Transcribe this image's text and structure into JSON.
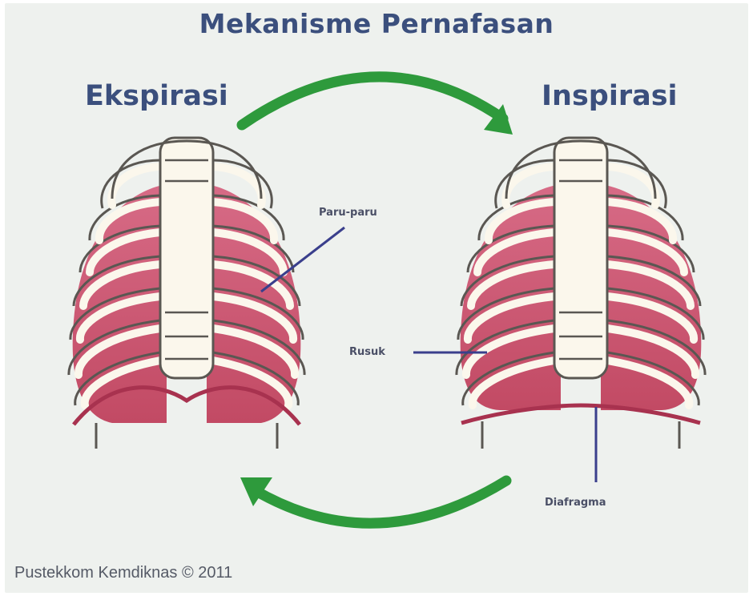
{
  "title": "Mekanisme Pernafasan",
  "phases": {
    "left": "Ekspirasi",
    "right": "Inspirasi"
  },
  "labels": {
    "lungs": "Paru-paru",
    "ribs": "Rusuk",
    "diaphragm": "Diafragma"
  },
  "footer": "Pustekkom Kemdiknas © 2011",
  "colors": {
    "title": "#3b4f7d",
    "arrow": "#2e9a3c",
    "lung": "#c9546e",
    "bone_fill": "#fbf7ec",
    "bone_stroke": "#5a5752",
    "pointer": "#3a3f8c"
  }
}
